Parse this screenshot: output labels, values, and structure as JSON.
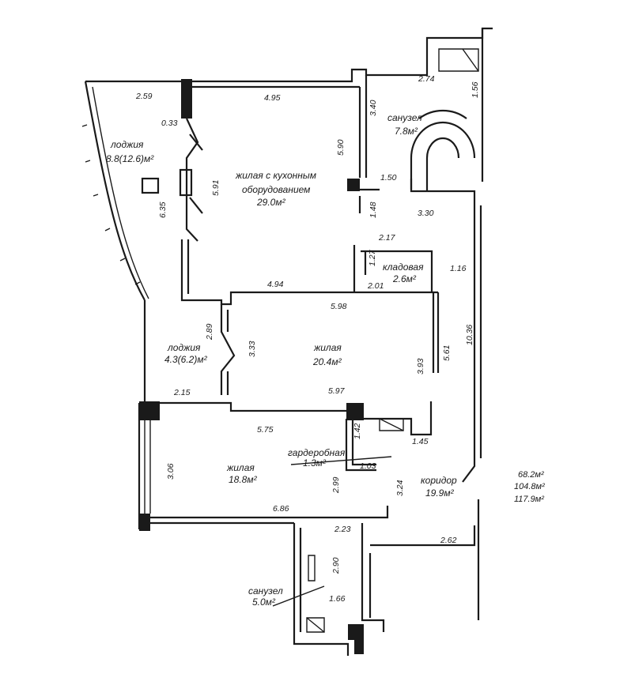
{
  "rooms": {
    "loggia_top": {
      "name": "лоджия",
      "area": "8.8(12.6)м²"
    },
    "living_kitchen": {
      "name_line1": "жилая с кухонным",
      "name_line2": "оборудованием",
      "area": "29.0м²"
    },
    "bath_top": {
      "name": "санузел",
      "area": "7.8м²"
    },
    "storage": {
      "name": "кладовая",
      "area": "2.6м²"
    },
    "loggia_mid": {
      "name": "лоджия",
      "area": "4.3(6.2)м²"
    },
    "living_mid": {
      "name": "жилая",
      "area": "20.4м²"
    },
    "wardrobe": {
      "name": "гардеробная",
      "area": "1.3м²"
    },
    "living_bottom": {
      "name": "жилая",
      "area": "18.8м²"
    },
    "corridor": {
      "name": "коридор",
      "area": "19.9м²"
    },
    "bath_bottom": {
      "name": "санузел",
      "area": "5.0м²"
    }
  },
  "dimensions": {
    "d_2_59": "2.59",
    "d_0_33": "0.33",
    "d_6_35": "6.35",
    "d_4_95": "4.95",
    "d_5_90": "5.90",
    "d_5_91": "5.91",
    "d_3_40": "3.40",
    "d_2_74": "2.74",
    "d_1_56": "1.56",
    "d_1_50": "1.50",
    "d_1_48": "1.48",
    "d_3_30": "3.30",
    "d_2_17": "2.17",
    "d_1_27": "1.27",
    "d_2_01": "2.01",
    "d_1_16": "1.16",
    "d_4_94": "4.94",
    "d_5_98": "5.98",
    "d_2_89": "2.89",
    "d_3_33": "3.33",
    "d_3_93": "3.93",
    "d_5_61": "5.61",
    "d_10_36": "10.36",
    "d_2_15": "2.15",
    "d_5_97": "5.97",
    "d_5_75": "5.75",
    "d_1_42": "1.42",
    "d_1_45": "1.45",
    "d_1_03": "1.03",
    "d_3_06": "3.06",
    "d_2_99": "2.99",
    "d_3_24": "3.24",
    "d_6_86": "6.86",
    "d_2_23": "2.23",
    "d_2_62": "2.62",
    "d_2_90": "2.90",
    "d_1_66": "1.66"
  },
  "totals": {
    "line1": "68.2м²",
    "line2": "104.8м²",
    "line3": "117.9м²"
  }
}
